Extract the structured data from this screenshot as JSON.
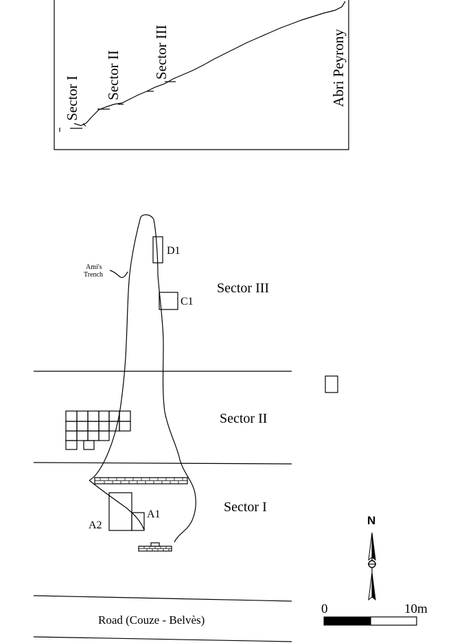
{
  "profile": {
    "labels": {
      "sector_1": "Sector I",
      "sector_2": "Sector II",
      "sector_3": "Sector III",
      "abri": "Abri Peyrony"
    }
  },
  "plan": {
    "sectors": {
      "sector_3": "Sector III",
      "sector_2": "Sector II",
      "sector_1": "Sector I"
    },
    "units": {
      "d1": "D1",
      "c1": "C1",
      "a1": "A1",
      "a2": "A2"
    },
    "trench_label_line1": "Ami's",
    "trench_label_line2": "Trench",
    "road": "Road (Couze - Belvès)"
  },
  "north_arrow": {
    "label": "N"
  },
  "scale_bar": {
    "start": "0",
    "end": "10m"
  }
}
